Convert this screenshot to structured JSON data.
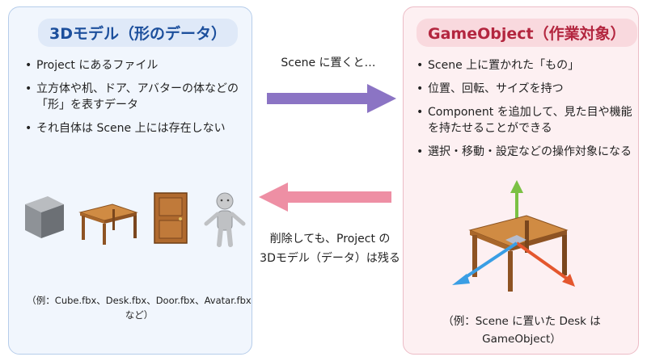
{
  "left": {
    "title": "3Dモデル（形のデータ）",
    "bullets": [
      "Project にあるファイル",
      "立方体や机、ドア、アバターの体などの「形」を表すデータ",
      "それ自体は Scene 上には存在しない"
    ],
    "caption": "（例：Cube.fbx、Desk.fbx、Door.fbx、Avatar.fbx など）"
  },
  "right": {
    "title": "GameObject（作業対象）",
    "bullets": [
      "Scene 上に置かれた「もの」",
      "位置、回転、サイズを持つ",
      "Component を追加して、見た目や機能を持たせることができる",
      "選択・移動・設定などの操作対象になる"
    ],
    "caption_line1": "（例：Scene に置いた Desk は",
    "caption_line2": "GameObject）"
  },
  "forward": {
    "label": "Scene に置くと…"
  },
  "backward": {
    "line1": "削除しても、Project の",
    "line2": "3Dモデル（データ）は残る"
  },
  "colors": {
    "left_accent": "#1c4f9c",
    "right_accent": "#b3263f",
    "forward_arrow": "#8b74c4",
    "backward_arrow": "#ee8fa4"
  }
}
